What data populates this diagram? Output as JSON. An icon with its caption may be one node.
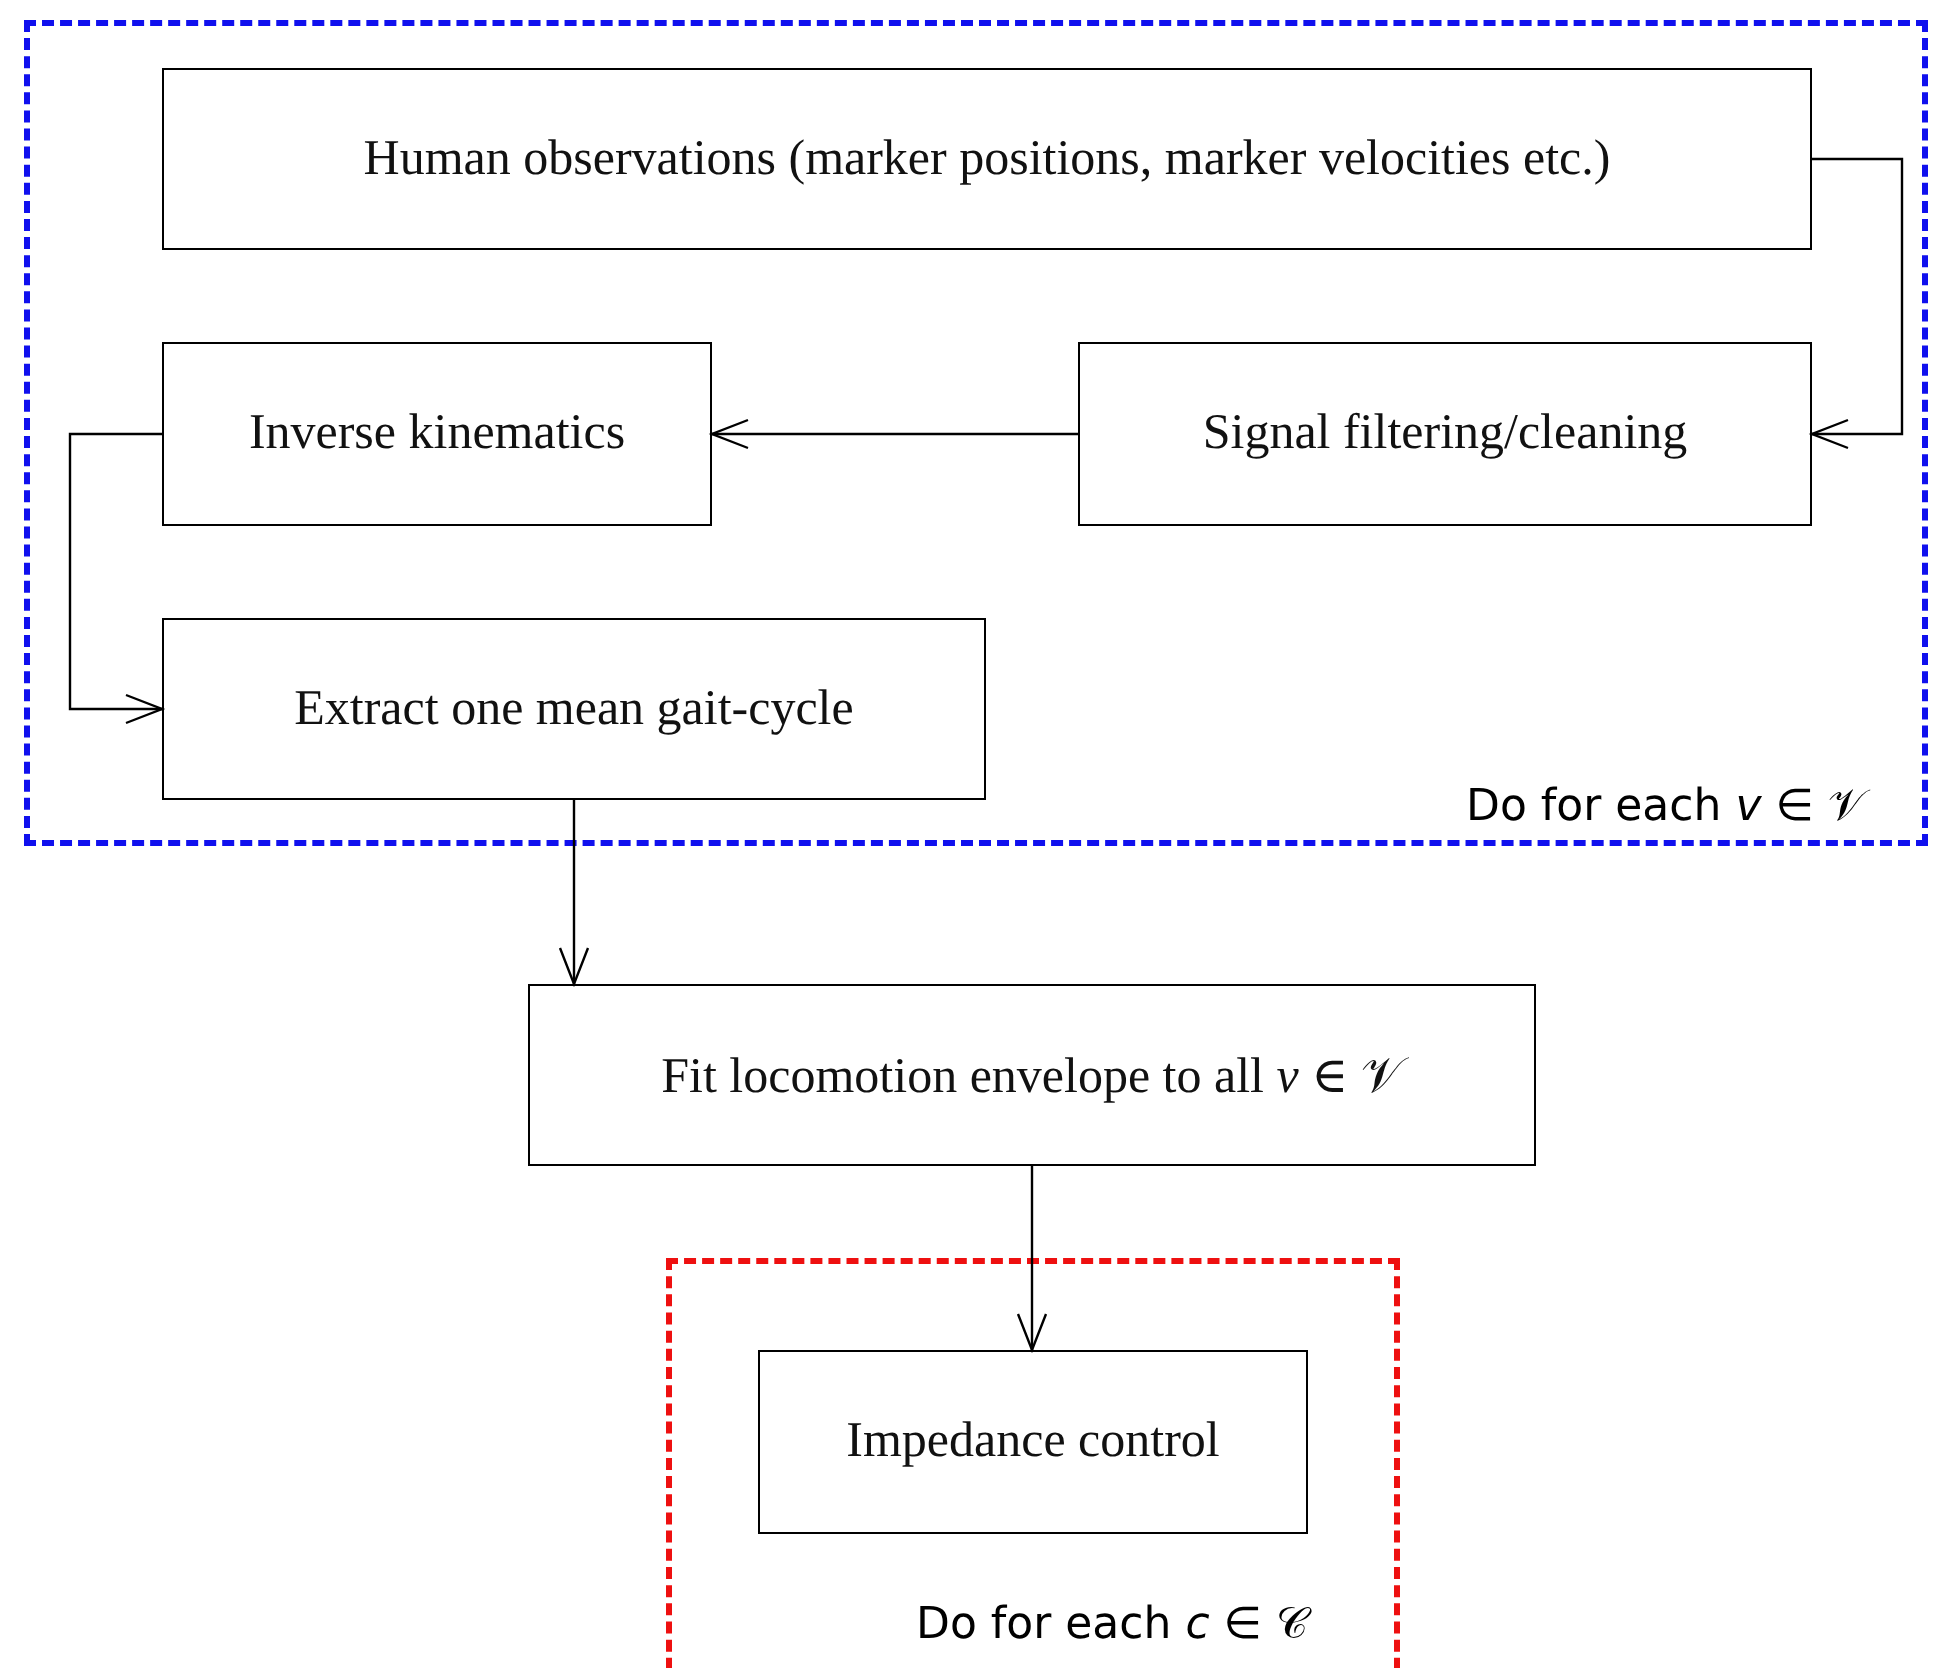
{
  "diagram": {
    "nodes": [
      {
        "text": [
          "Do for each *v* ∈ 𝒱"
        ]
      },
      {
        "text": [
          "Human observations (marker positions, marker velocities etc.)"
        ],
        "in": 0
      },
      {
        "text": [
          "Inverse kinematics"
        ],
        "in": 0
      },
      {
        "text": [
          "Signal filtering/cleaning"
        ],
        "in": 0
      },
      {
        "text": [
          "Extract one mean gait-cycle"
        ],
        "in": 0
      },
      {
        "text": [
          "Fit locomotion envelope to all *v* ∈ 𝒱"
        ]
      },
      {
        "text": [
          "Do for each *c* ∈ 𝒞"
        ]
      },
      {
        "text": [
          "Impedance control"
        ],
        "in": 6
      }
    ],
    "edges": [
      {
        "from": 1,
        "to": 3,
        "arrow": "to"
      },
      {
        "from": 3,
        "to": 2,
        "arrow": "to"
      },
      {
        "from": 2,
        "to": 4,
        "arrow": "to"
      },
      {
        "from": 4,
        "to": 5,
        "arrow": "to"
      },
      {
        "from": 5,
        "to": 7,
        "arrow": "to"
      }
    ]
  }
}
